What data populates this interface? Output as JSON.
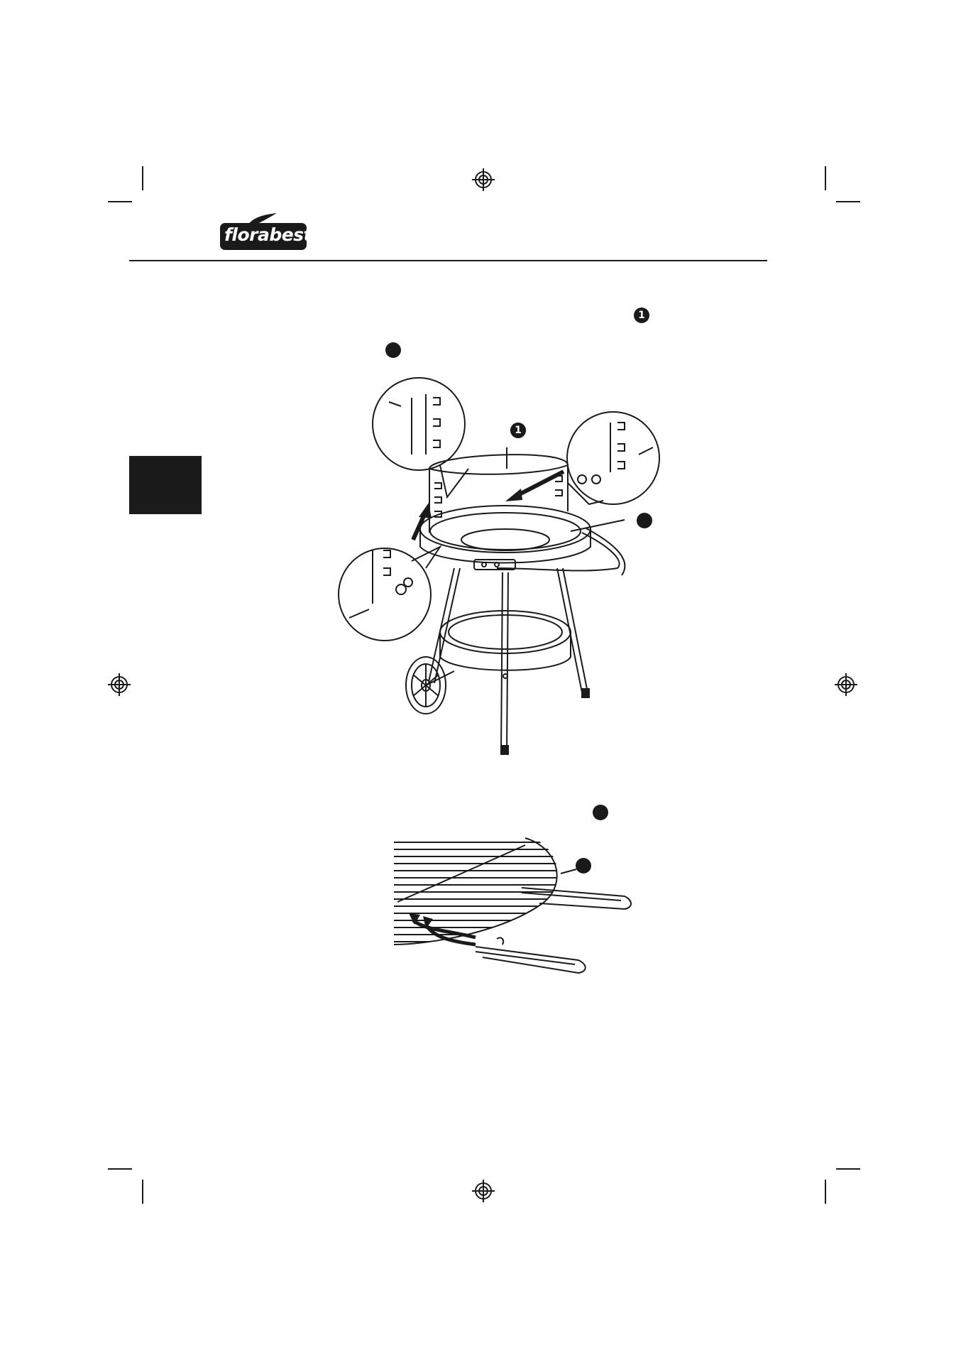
{
  "logo": {
    "text": "florabest"
  },
  "callouts": {
    "top_right_number": "1",
    "drawing_label_number": "1"
  },
  "colors": {
    "ink": "#1a1a1a",
    "paper": "#ffffff"
  },
  "icons": {
    "registration_mark": "registration-crosshair-icon",
    "crop_mark": "crop-mark-icon"
  }
}
